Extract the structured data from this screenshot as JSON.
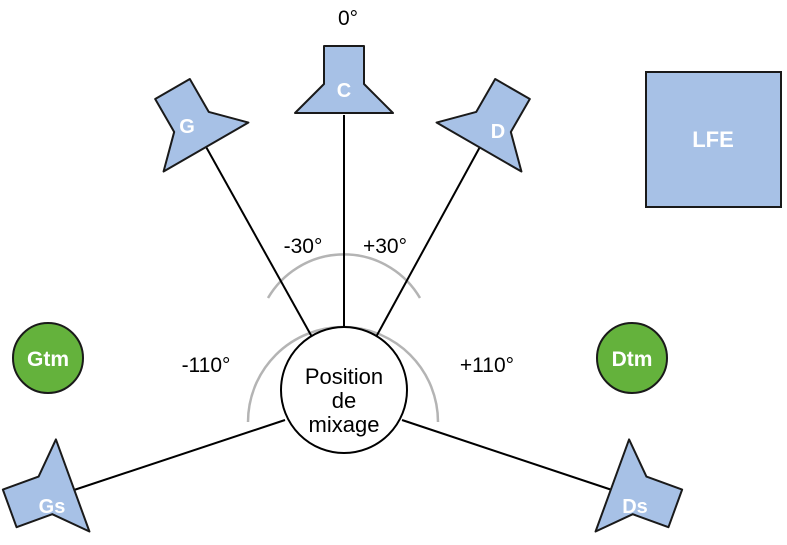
{
  "center": {
    "lines": [
      "Position",
      "de",
      "mixage"
    ]
  },
  "speakers": {
    "C": {
      "label": "C"
    },
    "G": {
      "label": "G"
    },
    "D": {
      "label": "D"
    },
    "Gs": {
      "label": "Gs"
    },
    "Ds": {
      "label": "Ds"
    }
  },
  "angles": {
    "zero": "0°",
    "left30": "-30°",
    "right30": "+30°",
    "left110": "-110°",
    "right110": "+110°"
  },
  "lfe": {
    "label": "LFE"
  },
  "subs": {
    "left": {
      "label": "Gtm"
    },
    "right": {
      "label": "Dtm"
    }
  },
  "colors": {
    "speaker_fill": "#a7c1e6",
    "speaker_stroke": "#1a1a1a",
    "sub_fill": "#64b23c",
    "arc": "#b4b4b4",
    "line": "#000000"
  }
}
